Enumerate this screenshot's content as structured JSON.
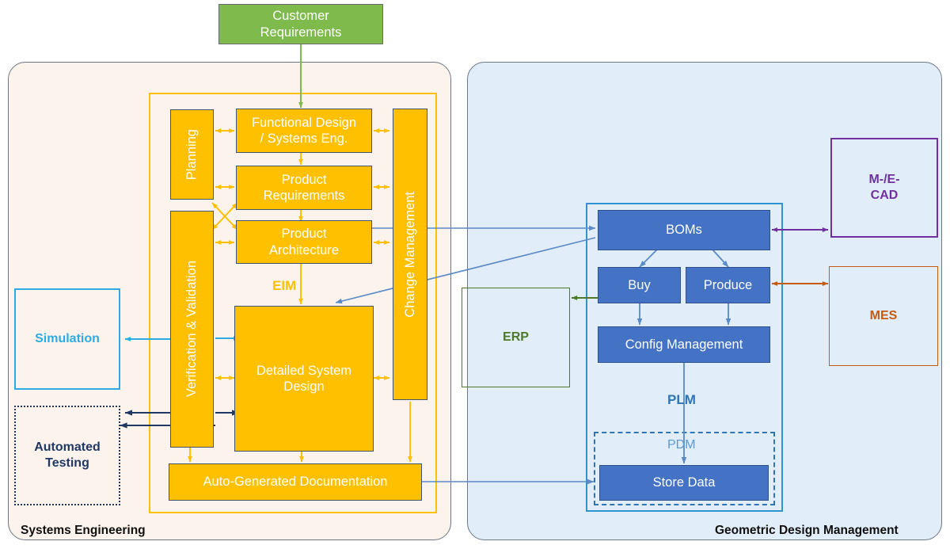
{
  "diagram": {
    "title": "Systems Engineering / Geometric Design Management data flow",
    "colors": {
      "orange_fill": "#FFC000",
      "orange_border": "#44546A",
      "blue_fill": "#4472C4",
      "blue_border": "#2F528F",
      "green_fill": "#7FBA4C",
      "panel_left_bg": "#FDF3ED",
      "panel_right_bg": "#E1EDF8",
      "simulation": "#2CACE3",
      "automated_testing": "#1F3864",
      "erp": "#4E7A28",
      "mcad_ecad": "#7030A0",
      "mes": "#C55A11",
      "plm_border": "#2E94D2",
      "pdm_border": "#2E75B6"
    }
  },
  "top": {
    "customer_requirements": "Customer\nRequirements"
  },
  "left_panel": {
    "label": "Systems Engineering",
    "caption_eim": "EIM",
    "boxes": {
      "planning": "Planning",
      "verification_validation": "Verification & Validation",
      "functional_design": "Functional Design\n/ Systems Eng.",
      "product_requirements": "Product\nRequirements",
      "product_architecture": "Product\nArchitecture",
      "detailed_system_design": "Detailed System\nDesign",
      "change_management": "Change Management",
      "auto_generated_documentation": "Auto-Generated Documentation"
    },
    "side_systems": {
      "simulation": "Simulation",
      "automated_testing": "Automated\nTesting"
    }
  },
  "right_panel": {
    "label": "Geometric Design Management",
    "caption_plm": "PLM",
    "caption_pdm": "PDM",
    "boxes": {
      "boms": "BOMs",
      "buy": "Buy",
      "produce": "Produce",
      "config_management": "Config Management",
      "store_data": "Store Data"
    },
    "side_systems": {
      "erp": "ERP",
      "mcad_ecad": "M-/E-\nCAD",
      "mes": "MES"
    }
  }
}
